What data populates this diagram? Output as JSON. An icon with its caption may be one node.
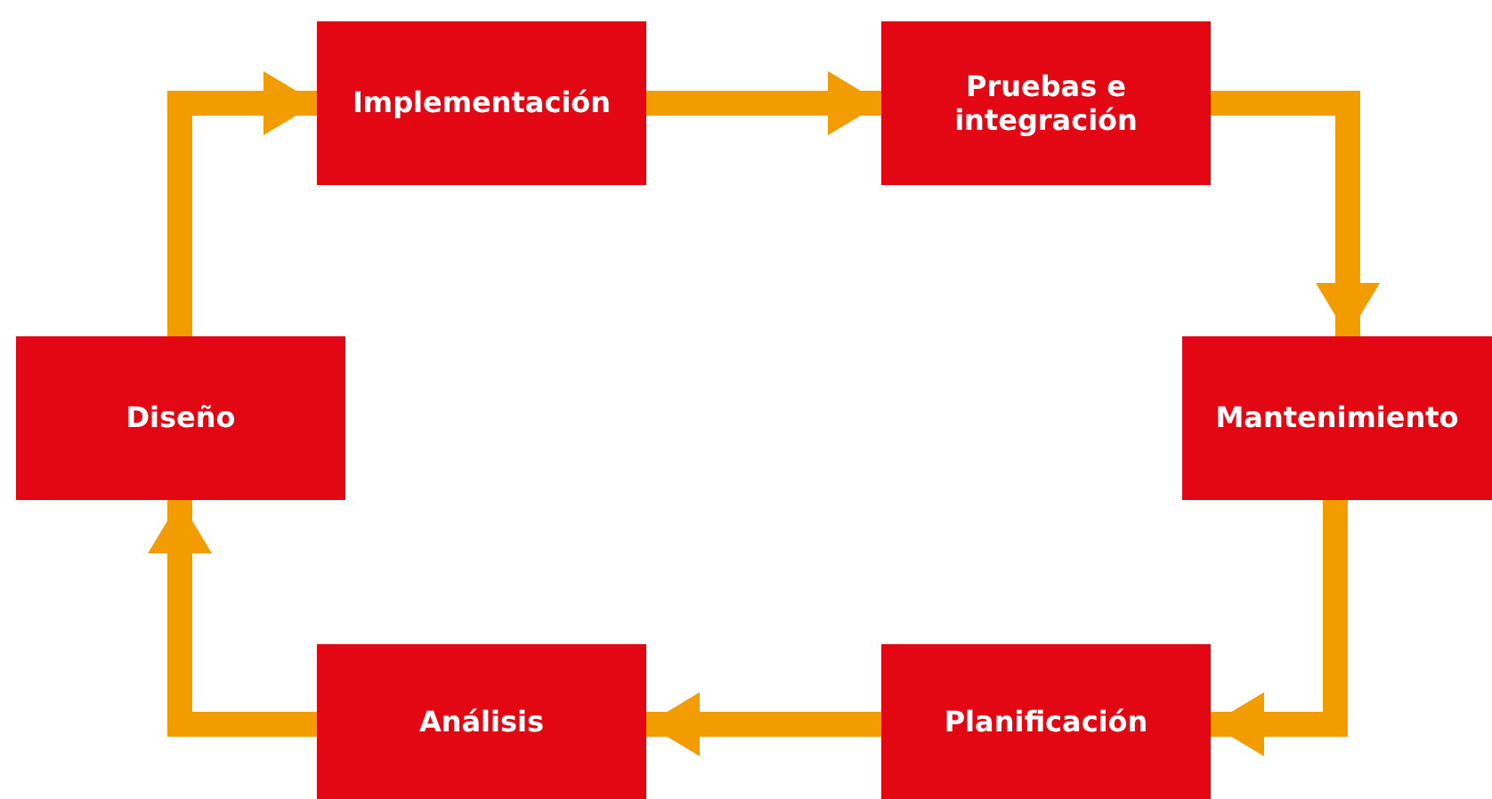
{
  "diagram": {
    "nodes": [
      {
        "text": [
          "Implementación"
        ]
      },
      {
        "text": [
          "Pruebas e integración"
        ]
      },
      {
        "text": [
          "Diseño"
        ]
      },
      {
        "text": [
          "Mantenimiento"
        ]
      },
      {
        "text": [
          "Análisis"
        ]
      },
      {
        "text": [
          "Planificación"
        ]
      }
    ],
    "edges": [
      {
        "from": 2,
        "to": 0,
        "arrow": "to"
      },
      {
        "from": 0,
        "to": 1,
        "arrow": "to"
      },
      {
        "from": 1,
        "to": 3,
        "arrow": "to"
      },
      {
        "from": 3,
        "to": 5,
        "arrow": "to"
      },
      {
        "from": 5,
        "to": 4,
        "arrow": "to"
      },
      {
        "from": 4,
        "to": 2,
        "arrow": "to"
      }
    ]
  }
}
